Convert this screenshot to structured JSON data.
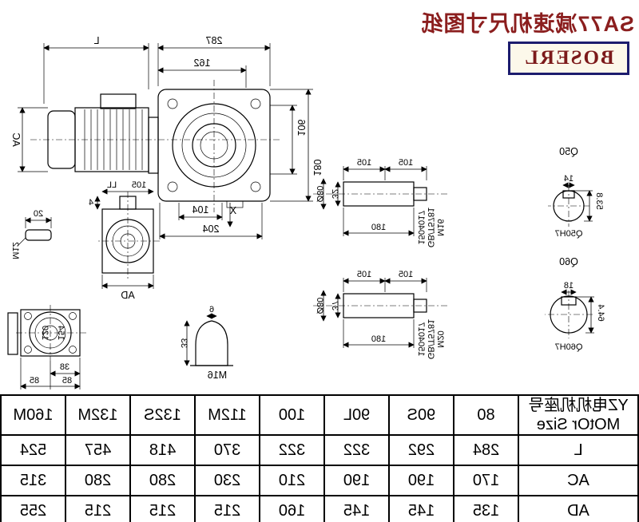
{
  "sheet": {
    "title": "SA77减速机尺寸图纸",
    "brand": "BOSERL"
  },
  "colors": {
    "title_text": "#8b1e1e",
    "brand_text": "#7c1a1a",
    "brand_border": "#1c1c6e",
    "line": "#000000"
  },
  "drawing": {
    "main_view": {
      "dim_overall": "287",
      "dim_sub": "162",
      "dim_motor_length": "L",
      "dim_motor_dia": "AC",
      "dim_face_106": "106",
      "dim_face_180": "180",
      "dim_x": "X",
      "dim_bottom_104": "104",
      "dim_bottom_204": "204"
    },
    "side_view": {
      "dim_105": "105",
      "dim_ll": "LL",
      "dim_4": "4",
      "dim_ad": "AD"
    },
    "pin_detail": {
      "dim_20": "20",
      "thread": "M12"
    },
    "output_flange": {
      "dim_120": "120",
      "dim_154": "154",
      "dim_38": "38",
      "dim_85a": "85",
      "dim_85b": "85"
    },
    "plug_detail": {
      "dim_6": "6",
      "dim_33": "33",
      "thread": "M16"
    },
    "shaft_top": {
      "dim_105a": "105",
      "dim_105b": "105",
      "dim_32": "32",
      "dim_dia": "Ø80",
      "thread": "M16",
      "standard": "GB/T5781",
      "code": "1504017",
      "dim_180": "180"
    },
    "shaft_bottom": {
      "dim_105a": "105",
      "dim_105b": "105",
      "dim_37": "37",
      "dim_dia": "Ø80",
      "thread": "M20",
      "standard": "GB/T5781",
      "code": "1504017",
      "dim_180": "180"
    },
    "section_q50": {
      "label": "Q50",
      "dim_height": "53.8",
      "dim_key": "14",
      "bore": "Q50H7"
    },
    "section_q60": {
      "label": "Q60",
      "dim_height": "64.4",
      "dim_key": "18",
      "bore": "Q60H7"
    }
  },
  "table": {
    "motor_header_line1": "YZ电机机座号",
    "motor_header_line2": "MOtOr Size",
    "columns": [
      "80",
      "90S",
      "90L",
      "100",
      "112M",
      "132S",
      "132M",
      "160M"
    ],
    "rows": [
      {
        "label": "L",
        "values": [
          "284",
          "292",
          "322",
          "322",
          "370",
          "418",
          "457",
          "524"
        ]
      },
      {
        "label": "AC",
        "values": [
          "170",
          "190",
          "190",
          "210",
          "230",
          "280",
          "280",
          "315"
        ]
      },
      {
        "label": "AD",
        "values": [
          "135",
          "145",
          "145",
          "160",
          "215",
          "215",
          "215",
          "255"
        ]
      }
    ]
  }
}
